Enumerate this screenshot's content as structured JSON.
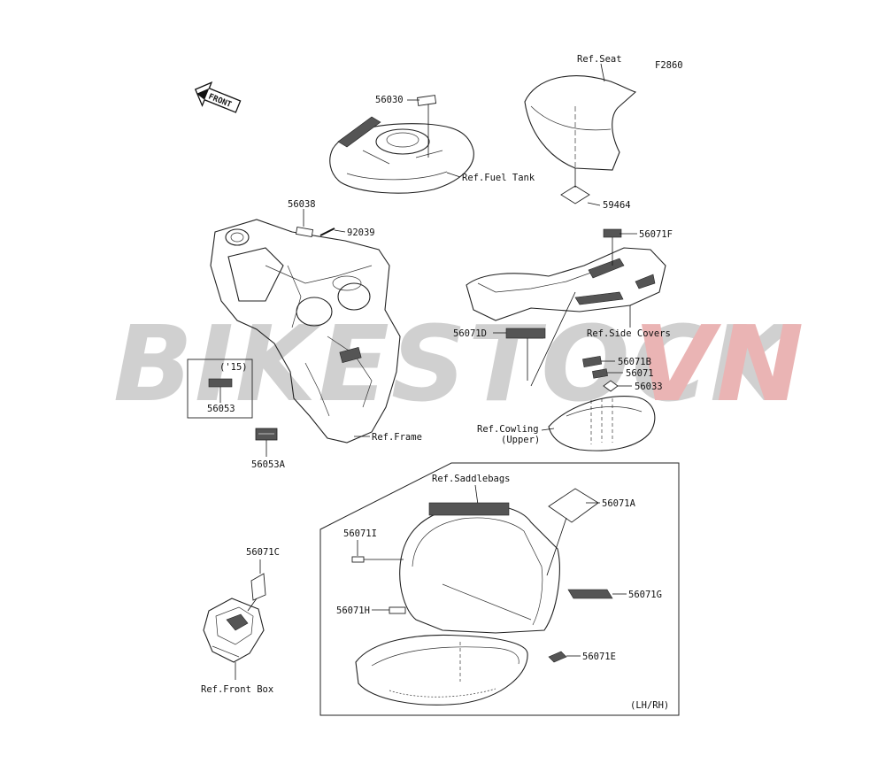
{
  "figure_code": "F2860",
  "watermark": {
    "left": "BIKESTOCK",
    "right": "VN",
    "left_color": "#c8c8c8",
    "right_color": "#e7a7a7"
  },
  "front_arrow": {
    "label": "FRONT",
    "icon": "front-arrow-icon"
  },
  "refs": {
    "seat": "Ref.Seat",
    "fuel_tank": "Ref.Fuel Tank",
    "frame": "Ref.Frame",
    "side_covers": "Ref.Side Covers",
    "cowling_line1": "Ref.Cowling",
    "cowling_line2": "(Upper)",
    "saddlebags": "Ref.Saddlebags",
    "front_box": "Ref.Front Box"
  },
  "parts": {
    "p56030": "56030",
    "p56038": "56038",
    "p92039": "92039",
    "p59464": "59464",
    "p56071F": "56071F",
    "p56071D": "56071D",
    "p56071B": "56071B",
    "p56071": "56071",
    "p56033": "56033",
    "p56053": "56053",
    "p56053A": "56053A",
    "p56071A": "56071A",
    "p56071I": "56071I",
    "p56071H": "56071H",
    "p56071G": "56071G",
    "p56071E": "56071E",
    "p56071C": "56071C"
  },
  "year_note": "('15)",
  "side_note": "(LH/RH)"
}
